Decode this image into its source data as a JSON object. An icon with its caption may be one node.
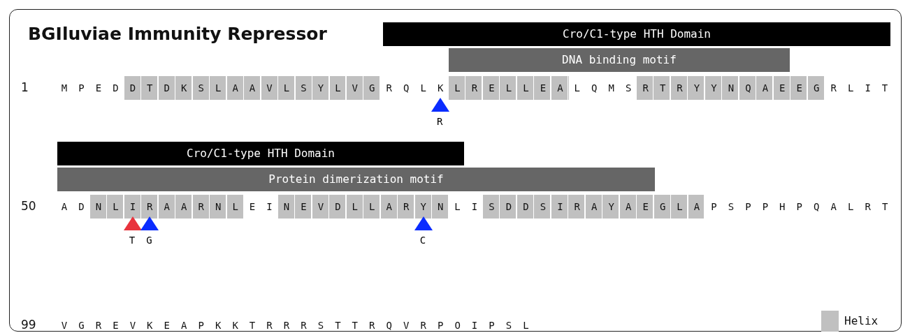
{
  "diagram": {
    "title": "BGIluviae Immunity Repressor",
    "nodes": [
      {
        "text": [
          "Cro/C1-type HTH Domain"
        ]
      },
      {
        "text": [
          "DNA binding motif"
        ]
      },
      {
        "text": [
          "D T D K S L A A V L S Y L V G"
        ]
      },
      {
        "text": [
          "L R E L L E A"
        ]
      },
      {
        "text": [
          "R T R Y Y N Q A E E G"
        ]
      },
      {
        "text": [],
        "shape": "triangle",
        "beside": [
          "R"
        ]
      },
      {
        "text": [
          "Cro/C1-type HTH Domain"
        ]
      },
      {
        "text": [
          "Protein dimerization motif"
        ]
      },
      {
        "text": [
          "N L I R A A R N L"
        ]
      },
      {
        "text": [
          "N E V D L L A R Y N"
        ]
      },
      {
        "text": [
          "S D D S I R A Y A E G L A"
        ]
      },
      {
        "text": [],
        "shape": "triangle",
        "beside": [
          "T"
        ]
      },
      {
        "text": [],
        "shape": "triangle",
        "beside": [
          "G"
        ]
      },
      {
        "text": [],
        "shape": "triangle",
        "beside": [
          "C"
        ]
      }
    ],
    "labels": [
      "1",
      "M P E D",
      "R Q L K",
      "L Q M S",
      "R L I T",
      "50",
      "A D",
      "E I",
      "L I",
      "P S P P H P Q A L R T",
      "99",
      "V G R E V K E A P K K T R R R S T T R Q V R P O I P S L"
    ],
    "legend": [
      {
        "text": "Helix",
        "color": "#c0c0c0"
      }
    ]
  }
}
